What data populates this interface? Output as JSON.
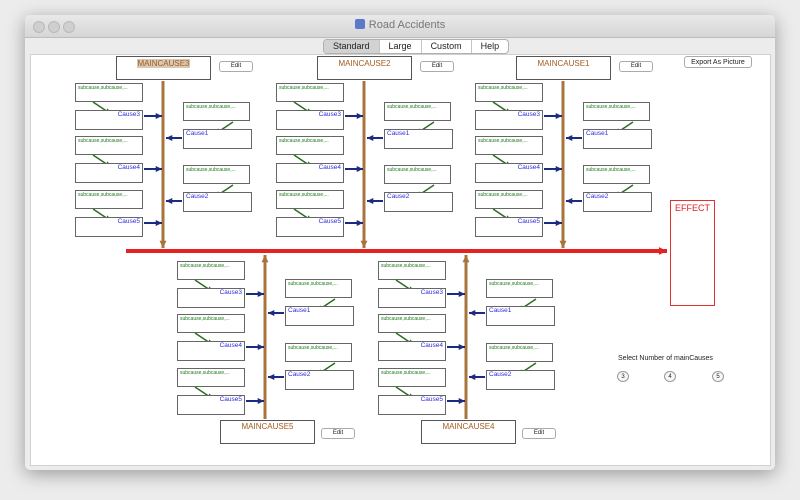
{
  "window": {
    "title": "Road Accidents"
  },
  "tabs": {
    "standard": "Standard",
    "large": "Large",
    "custom": "Custom",
    "help": "Help"
  },
  "toolbar": {
    "export_label": "Export As Picture",
    "edit_label": "Edit"
  },
  "diagram": {
    "subcause_text": "subcause,subcause,...",
    "cause3": "Cause3",
    "cause4": "Cause4",
    "cause5": "Cause5",
    "cause1": "Cause1",
    "cause2": "Cause2",
    "maincause1": "MAINCAUSE1",
    "maincause2": "MAINCAUSE2",
    "maincause3": "MAINCAUSE3",
    "maincause4": "MAINCAUSE4",
    "maincause5": "MAINCAUSE5",
    "effect": "EFFECT"
  },
  "selector": {
    "label": "Select Number of mainCauses",
    "option3": "3",
    "option4": "4",
    "option5": "5"
  },
  "colors": {
    "spine": "#e42222",
    "bone": "#a8743c",
    "arrow_blue": "#1c2a80",
    "arrow_green": "#2a6e1e",
    "cause_text": "#2c2ce0",
    "subcause_text": "#1a7a1a",
    "maincause_text": "#a15c1f"
  }
}
